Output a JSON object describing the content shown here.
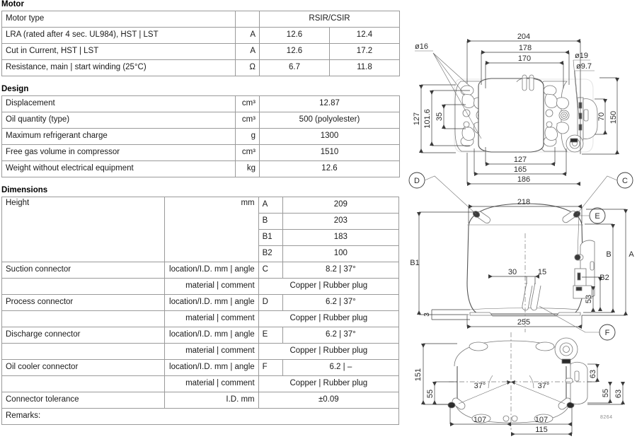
{
  "sections": {
    "motor": {
      "title": "Motor",
      "type_row": {
        "label": "Motor type",
        "unit": "",
        "value": "RSIR/CSIR"
      },
      "rows": [
        {
          "label": "LRA (rated after 4 sec. UL984), HST | LST",
          "unit": "A",
          "v1": "12.6",
          "v2": "12.4"
        },
        {
          "label": "Cut in Current, HST | LST",
          "unit": "A",
          "v1": "12.6",
          "v2": "17.2"
        },
        {
          "label": "Resistance, main | start winding (25°C)",
          "unit": "Ω",
          "v1": "6.7",
          "v2": "11.8"
        }
      ]
    },
    "design": {
      "title": "Design",
      "rows": [
        {
          "label": "Displacement",
          "unit": "cm³",
          "value": "12.87"
        },
        {
          "label": "Oil quantity (type)",
          "unit": "cm³",
          "value": "500 (polyolester)"
        },
        {
          "label": "Maximum refrigerant charge",
          "unit": "g",
          "value": "1300"
        },
        {
          "label": "Free gas volume in compressor",
          "unit": "cm³",
          "value": "1510"
        },
        {
          "label": "Weight without electrical equipment",
          "unit": "kg",
          "value": "12.6"
        }
      ]
    },
    "dimensions": {
      "title": "Dimensions",
      "height_label": "Height",
      "height_unit": "mm",
      "height_rows": [
        {
          "letter": "A",
          "value": "209"
        },
        {
          "letter": "B",
          "value": "203"
        },
        {
          "letter": "B1",
          "value": "183"
        },
        {
          "letter": "B2",
          "value": "100"
        }
      ],
      "connectors": [
        {
          "label": "Suction connector",
          "unit": "location/I.D. mm | angle",
          "letter": "C",
          "value": "8.2 | 37°",
          "material_unit": "material | comment",
          "material_value": "Copper | Rubber plug"
        },
        {
          "label": "Process connector",
          "unit": "location/I.D. mm | angle",
          "letter": "D",
          "value": "6.2 | 37°",
          "material_unit": "material | comment",
          "material_value": "Copper | Rubber plug"
        },
        {
          "label": "Discharge connector",
          "unit": "location/I.D. mm | angle",
          "letter": "E",
          "value": "6.2 | 37°",
          "material_unit": "material | comment",
          "material_value": "Copper | Rubber plug"
        },
        {
          "label": "Oil cooler connector",
          "unit": "location/I.D. mm | angle",
          "letter": "F",
          "value": "6.2 | –",
          "material_unit": "material | comment",
          "material_value": "Copper | Rubber plug"
        }
      ],
      "tolerance": {
        "label": "Connector tolerance",
        "unit": "I.D. mm",
        "value": "±0.09"
      },
      "remarks": {
        "label": "Remarks:",
        "value": ""
      }
    }
  },
  "drawing": {
    "drawing_number": "8264",
    "top_view": {
      "horizontal_dims_top": [
        "204",
        "178",
        "170"
      ],
      "horizontal_dims_bottom": [
        "127",
        "165",
        "186"
      ],
      "vertical_dims_left": [
        "127",
        "101.6",
        "35"
      ],
      "vertical_dims_right": [
        "150",
        "70"
      ],
      "diameters": [
        "ø16",
        "ø19",
        "ø9.7"
      ]
    },
    "side_view": {
      "callouts": [
        "D",
        "C",
        "E"
      ],
      "width_dim": "218",
      "base_dim": "255",
      "heights": [
        "B1",
        "B",
        "A",
        "B2"
      ],
      "small_dims": [
        "30",
        "15",
        "53",
        "3"
      ]
    },
    "bottom_view": {
      "callout": "F",
      "vertical_dims_left": [
        "151",
        "55"
      ],
      "vertical_dims_right": [
        "63",
        "55",
        "63"
      ],
      "horizontal_dims": [
        "107",
        "107",
        "115"
      ],
      "angles": [
        "37°",
        "37°"
      ]
    }
  }
}
